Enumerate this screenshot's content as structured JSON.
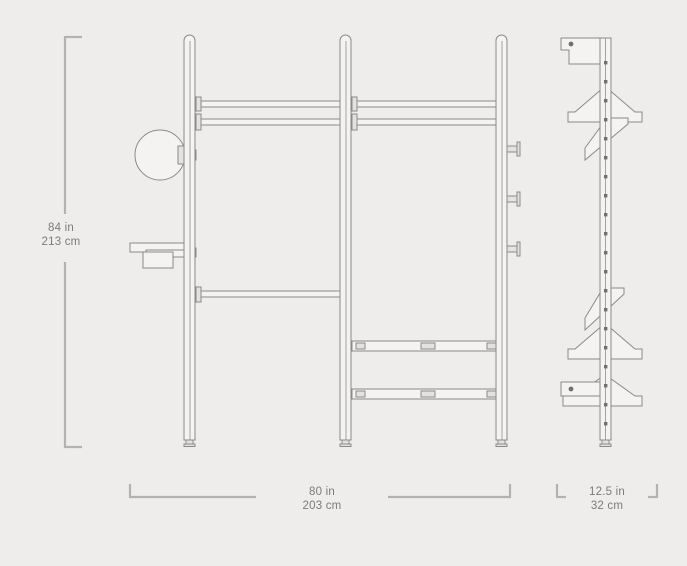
{
  "drawing": {
    "title": "Closet system dimension drawing",
    "background_color": "#eeedeb",
    "line_color": "#8a8a8a",
    "fill_color": "#e3e2e0",
    "text_color": "#7b7b7b"
  },
  "dimensions": {
    "height": {
      "label_imperial": "84 in",
      "label_metric": "213 cm",
      "axis": "vertical",
      "position": "left"
    },
    "width": {
      "label_imperial": "80 in",
      "label_metric": "203 cm",
      "axis": "horizontal",
      "position": "bottom-center"
    },
    "depth": {
      "label_imperial": "12.5 in",
      "label_metric": "32 cm",
      "axis": "horizontal",
      "position": "bottom-right"
    }
  },
  "views": {
    "front": {
      "name": "front-elevation",
      "posts": 3,
      "hanging_rails": 3,
      "shelves": 2,
      "hooks": 3,
      "mirror": "round-mirror",
      "valet_tray": "valet-shelf-tray"
    },
    "side": {
      "name": "side-elevation",
      "standard": "perforated-vertical-standard",
      "top_bracket": "top-wall-bracket",
      "bottom_bracket": "bottom-wall-bracket",
      "shelf_brackets": 4,
      "foot": "leveling-foot"
    }
  }
}
